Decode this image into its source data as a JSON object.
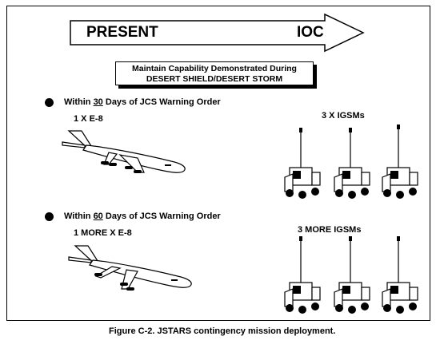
{
  "arrow": {
    "left_label": "PRESENT",
    "right_label": "IOC"
  },
  "banner": {
    "line1": "Maintain Capability Demonstrated During",
    "line2": "DESERT SHIELD/DESERT STORM"
  },
  "phase1": {
    "prefix": "Within ",
    "days": "30",
    "suffix": " Days of JCS Warning Order",
    "aircraft": "1 X E-8",
    "ground": "3 X IGSMs"
  },
  "phase2": {
    "prefix": "Within ",
    "days": "60",
    "suffix": " Days of JCS Warning Order",
    "aircraft": "1 MORE X E-8",
    "ground": "3 MORE IGSMs"
  },
  "caption": "Figure C-2.  JSTARS contingency mission deployment.",
  "icons": {
    "aircraft": "e8-aircraft-icon",
    "truck": "igsm-truck-icon"
  }
}
